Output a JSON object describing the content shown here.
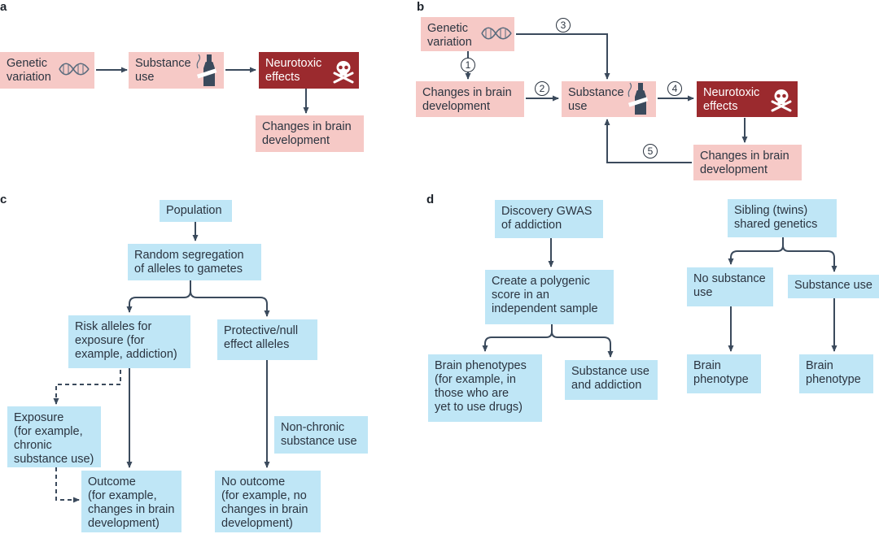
{
  "panels": {
    "a": "a",
    "b": "b",
    "c": "c",
    "d": "d"
  },
  "a": {
    "genetic": "Genetic\nvariation",
    "substance": "Substance\nuse",
    "neurotoxic": "Neurotoxic\neffects",
    "brain": "Changes in brain\ndevelopment"
  },
  "b": {
    "genetic": "Genetic\nvariation",
    "brain_top": "Changes in brain\ndevelopment",
    "substance": "Substance\nuse",
    "neurotoxic": "Neurotoxic\neffects",
    "brain_bottom": "Changes in brain\ndevelopment",
    "n1": "1",
    "n2": "2",
    "n3": "3",
    "n4": "4",
    "n5": "5"
  },
  "c": {
    "population": "Population",
    "random": "Random segregation\nof alleles to gametes",
    "risk": "Risk alleles for\nexposure (for\nexample, addiction)",
    "protective": "Protective/null\neffect alleles",
    "exposure": "Exposure\n(for example,\nchronic\nsubstance use)",
    "nonchronic": "Non-chronic\nsubstance use",
    "outcome": "Outcome\n(for example,\nchanges in brain\ndevelopment)",
    "nooutcome": "No outcome\n(for example, no\nchanges in brain\ndevelopment)"
  },
  "d": {
    "gwas": "Discovery GWAS\nof addiction",
    "polygenic": "Create a polygenic\nscore in an\nindependent sample",
    "brainpheno": "Brain phenotypes\n(for example, in\nthose who are\nyet to use drugs)",
    "subaddiction": "Substance use\nand addiction",
    "sibling": "Sibling (twins)\nshared genetics",
    "nosub": "No substance\nuse",
    "sub": "Substance use",
    "bp1": "Brain\nphenotype",
    "bp2": "Brain\nphenotype"
  },
  "colors": {
    "pink": "#f6c9c6",
    "red": "#9b2a2e",
    "blue": "#bfe6f6",
    "line": "#3b4a5c"
  },
  "icons": [
    "dna-icon",
    "bottle-cigarette-icon",
    "skull-crossbones-icon"
  ]
}
